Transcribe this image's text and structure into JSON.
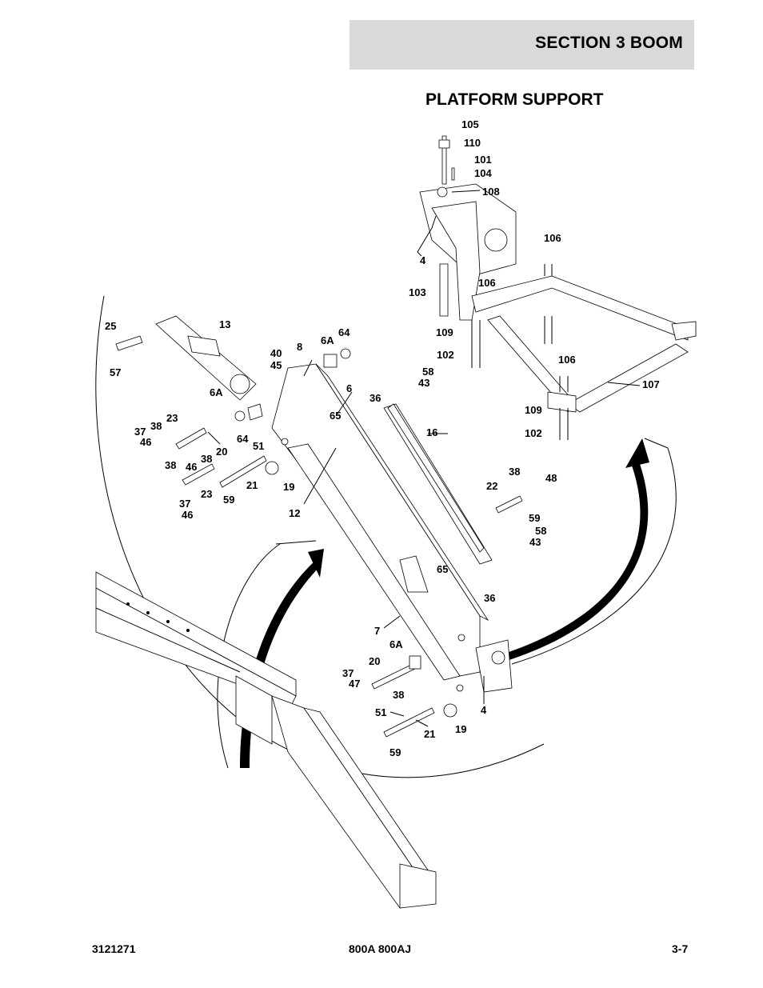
{
  "header": {
    "section": "SECTION 3   BOOM"
  },
  "title": "PLATFORM SUPPORT",
  "footer": {
    "left": "3121271",
    "center": "800A 800AJ",
    "right": "3-7"
  },
  "callouts": [
    {
      "id": "c105",
      "text": "105"
    },
    {
      "id": "c110",
      "text": "110"
    },
    {
      "id": "c101",
      "text": "101"
    },
    {
      "id": "c104",
      "text": "104"
    },
    {
      "id": "c108",
      "text": "108"
    },
    {
      "id": "c4a",
      "text": "4"
    },
    {
      "id": "c106a",
      "text": "106"
    },
    {
      "id": "c106b",
      "text": "106"
    },
    {
      "id": "c103",
      "text": "103"
    },
    {
      "id": "c109a",
      "text": "109"
    },
    {
      "id": "c102a",
      "text": "102"
    },
    {
      "id": "c106c",
      "text": "106"
    },
    {
      "id": "c107",
      "text": "107"
    },
    {
      "id": "c109b",
      "text": "109"
    },
    {
      "id": "c102b",
      "text": "102"
    },
    {
      "id": "c25",
      "text": "25"
    },
    {
      "id": "c13",
      "text": "13"
    },
    {
      "id": "c57",
      "text": "57"
    },
    {
      "id": "c8",
      "text": "8"
    },
    {
      "id": "c6Aa",
      "text": "6A"
    },
    {
      "id": "c64a",
      "text": "64"
    },
    {
      "id": "c40",
      "text": "40"
    },
    {
      "id": "c45",
      "text": "45"
    },
    {
      "id": "c58a",
      "text": "58"
    },
    {
      "id": "c43a",
      "text": "43"
    },
    {
      "id": "c6",
      "text": "6"
    },
    {
      "id": "c36a",
      "text": "36"
    },
    {
      "id": "c6Ab",
      "text": "6A"
    },
    {
      "id": "c65a",
      "text": "65"
    },
    {
      "id": "c16",
      "text": "16"
    },
    {
      "id": "c23a",
      "text": "23"
    },
    {
      "id": "c38a",
      "text": "38"
    },
    {
      "id": "c37a",
      "text": "37"
    },
    {
      "id": "c46a",
      "text": "46"
    },
    {
      "id": "c64b",
      "text": "64"
    },
    {
      "id": "c51a",
      "text": "51"
    },
    {
      "id": "c38b",
      "text": "38"
    },
    {
      "id": "c46b",
      "text": "46"
    },
    {
      "id": "c38c",
      "text": "38"
    },
    {
      "id": "c20a",
      "text": "20"
    },
    {
      "id": "c23b",
      "text": "23"
    },
    {
      "id": "c59a",
      "text": "59"
    },
    {
      "id": "c21a",
      "text": "21"
    },
    {
      "id": "c19a",
      "text": "19"
    },
    {
      "id": "c37b",
      "text": "37"
    },
    {
      "id": "c46c",
      "text": "46"
    },
    {
      "id": "c12",
      "text": "12"
    },
    {
      "id": "c38d",
      "text": "38"
    },
    {
      "id": "c48",
      "text": "48"
    },
    {
      "id": "c22",
      "text": "22"
    },
    {
      "id": "c59b",
      "text": "59"
    },
    {
      "id": "c58b",
      "text": "58"
    },
    {
      "id": "c43b",
      "text": "43"
    },
    {
      "id": "c65b",
      "text": "65"
    },
    {
      "id": "c36b",
      "text": "36"
    },
    {
      "id": "c7",
      "text": "7"
    },
    {
      "id": "c6Ac",
      "text": "6A"
    },
    {
      "id": "c20b",
      "text": "20"
    },
    {
      "id": "c37c",
      "text": "37"
    },
    {
      "id": "c47",
      "text": "47"
    },
    {
      "id": "c38e",
      "text": "38"
    },
    {
      "id": "c4b",
      "text": "4"
    },
    {
      "id": "c51b",
      "text": "51"
    },
    {
      "id": "c21b",
      "text": "21"
    },
    {
      "id": "c19b",
      "text": "19"
    },
    {
      "id": "c59c",
      "text": "59"
    }
  ]
}
